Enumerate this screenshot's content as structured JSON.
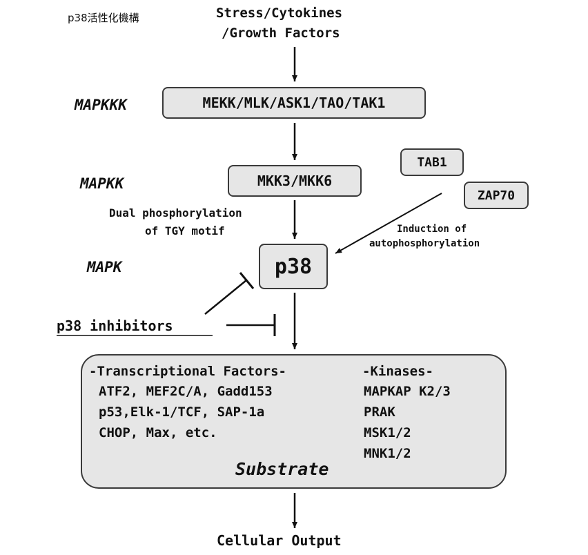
{
  "diagram_title": "p38活性化機構",
  "top_input": {
    "line1": "Stress/Cytokines",
    "line2": "/Growth Factors"
  },
  "levels": {
    "mapkkk": "MAPKKK",
    "mapkk": "MAPKK",
    "mapk": "MAPK"
  },
  "nodes": {
    "mapkkk_box": "MEKK/MLK/ASK1/TAO/TAK1",
    "mapkk_box": "MKK3/MKK6",
    "p38_box": "p38",
    "tab1_box": "TAB1",
    "zap70_box": "ZAP70"
  },
  "annotations": {
    "dual_line1": "Dual phosphorylation",
    "dual_line2": "of TGY motif",
    "auto_line1": "Induction of",
    "auto_line2": "autophosphorylation"
  },
  "inhibitors": "p38 inhibitors",
  "substrate": {
    "tf_header": "-Transcriptional Factors-",
    "tf_items": [
      "ATF2, MEF2C/A, Gadd153",
      "p53,Elk-1/TCF, SAP-1a",
      "CHOP, Max, etc."
    ],
    "kinase_header": "-Kinases-",
    "kinase_items": [
      "MAPKAP K2/3",
      "PRAK",
      "MSK1/2",
      "MNK1/2"
    ],
    "label": "Substrate"
  },
  "output": "Cellular Output"
}
